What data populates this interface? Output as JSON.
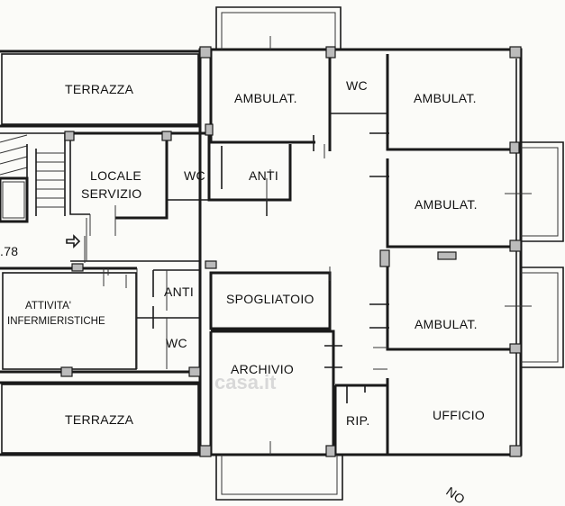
{
  "rooms": {
    "terrazza_top": "TERRAZZA",
    "terrazza_bottom": "TERRAZZA",
    "ambulat_1": "AMBULAT.",
    "ambulat_2": "AMBULAT.",
    "ambulat_3": "AMBULAT.",
    "ambulat_4": "AMBULAT.",
    "wc_top": "WC",
    "wc_mid": "WC",
    "wc_low": "WC",
    "anti_mid": "ANTI",
    "anti_low": "ANTI",
    "locale_servizio_l1": "LOCALE",
    "locale_servizio_l2": "SERVIZIO",
    "attivita_l1": "ATTIVITA'",
    "attivita_l2": "INFERMIERISTICHE",
    "spogliatoio": "SPOGLIATOIO",
    "archivio": "ARCHIVIO",
    "rip": "RIP.",
    "ufficio": "UFFICIO"
  },
  "annotations": {
    "level": "78",
    "north": "NO"
  },
  "watermark": "casa.it"
}
